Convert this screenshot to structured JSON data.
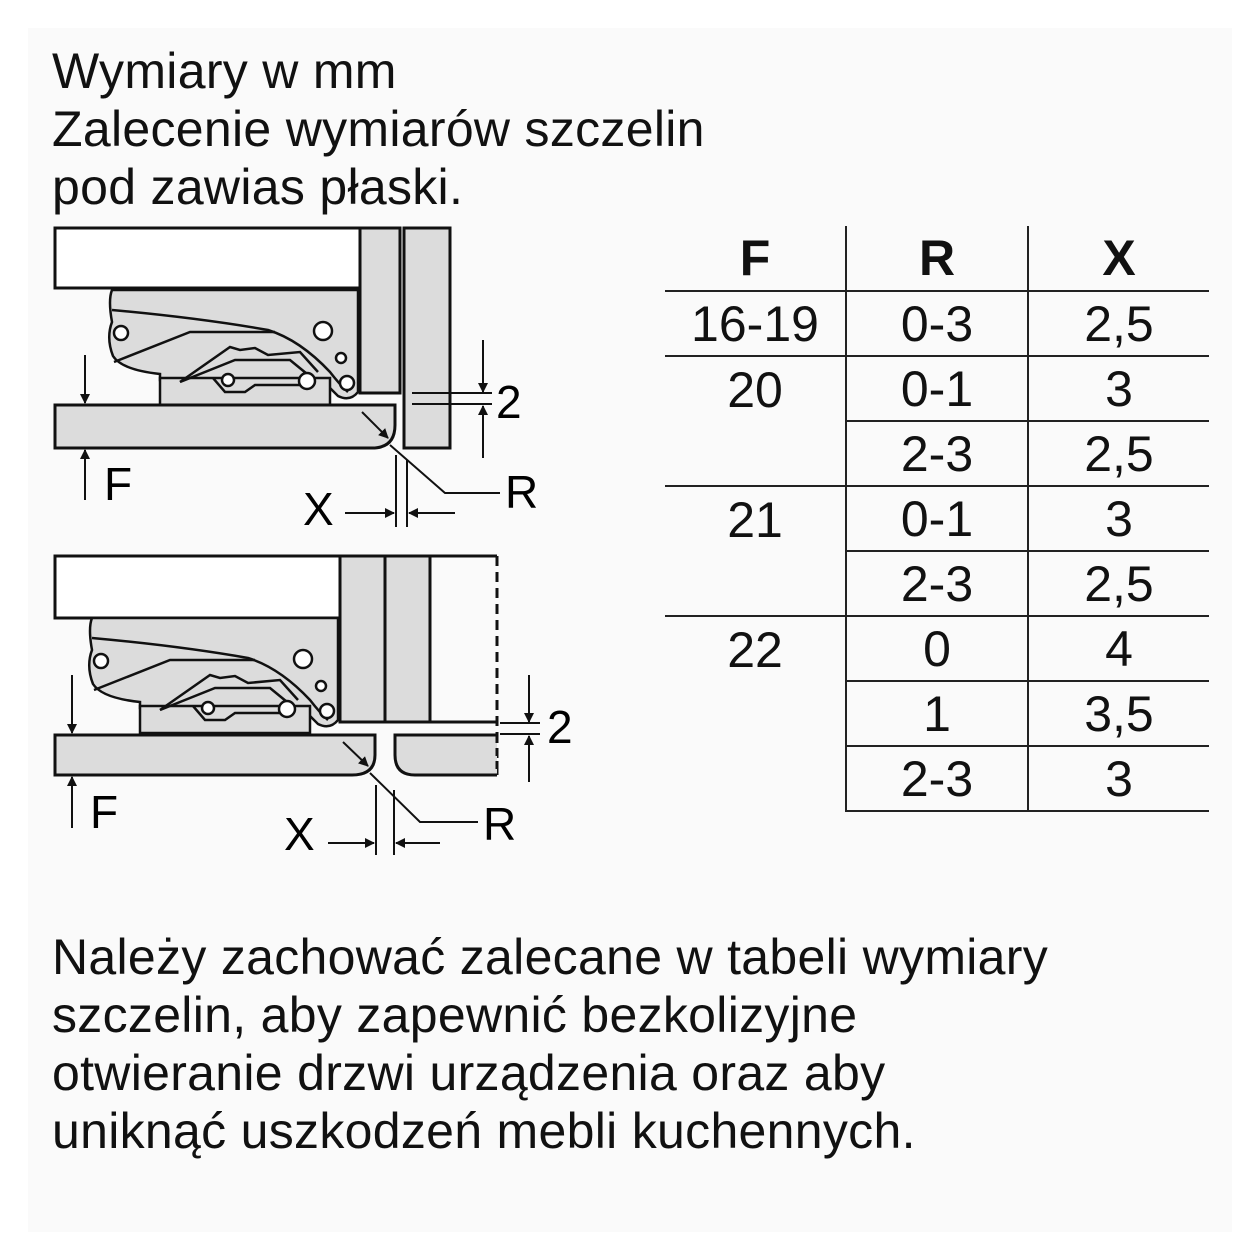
{
  "title": [
    "Wymiary w mm",
    "Zalecenie wymiarów szczelin",
    "pod zawias płaski."
  ],
  "diagram_labels": {
    "f": "F",
    "x": "X",
    "r": "R",
    "gap": "2"
  },
  "table": {
    "headers": [
      "F",
      "R",
      "X"
    ],
    "groups": [
      {
        "f": "16-19",
        "rows": [
          [
            "0-3",
            "2,5"
          ]
        ]
      },
      {
        "f": "20",
        "rows": [
          [
            "0-1",
            "3"
          ],
          [
            "2-3",
            "2,5"
          ]
        ]
      },
      {
        "f": "21",
        "rows": [
          [
            "0-1",
            "3"
          ],
          [
            "2-3",
            "2,5"
          ]
        ]
      },
      {
        "f": "22",
        "rows": [
          [
            "0",
            "4"
          ],
          [
            "1",
            "3,5"
          ],
          [
            "2-3",
            "3"
          ]
        ]
      }
    ]
  },
  "paragraph": [
    "Należy zachować zalecane w tabeli wymiary",
    "szczelin, aby zapewnić bezkolizyjne",
    "otwieranie drzwi urządzenia oraz aby",
    "uniknąć uszkodzeń mebli kuchennych."
  ]
}
